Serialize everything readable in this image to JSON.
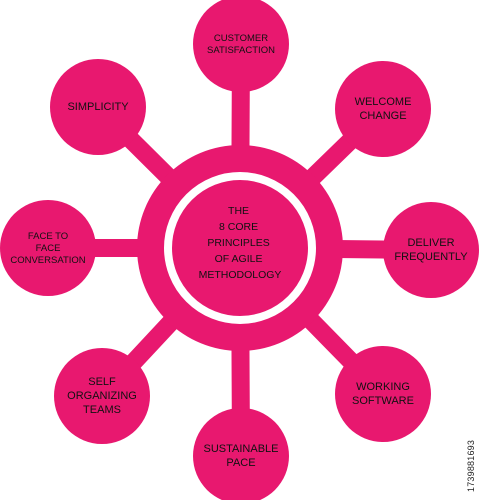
{
  "colors": {
    "primary": "#E8186F",
    "ring": "#FFFFFF",
    "text": "#111111"
  },
  "center": {
    "lines": [
      "THE",
      "8 CORE",
      "PRINCIPLES",
      "OF AGILE",
      "METHODOLOGY"
    ]
  },
  "nodes": [
    {
      "id": "customer-satisfaction",
      "lines": [
        "CUSTOMER",
        "SATISFACTION"
      ]
    },
    {
      "id": "welcome-change",
      "lines": [
        "WELCOME",
        "CHANGE"
      ]
    },
    {
      "id": "deliver-frequently",
      "lines": [
        "DELIVER",
        "FREQUENTLY"
      ]
    },
    {
      "id": "working-software",
      "lines": [
        "WORKING",
        "SOFTWARE"
      ]
    },
    {
      "id": "sustainable-pace",
      "lines": [
        "SUSTAINABLE",
        "PACE"
      ]
    },
    {
      "id": "self-organizing-teams",
      "lines": [
        "SELF",
        "ORGANIZING",
        "TEAMS"
      ]
    },
    {
      "id": "face-to-face-conversation",
      "lines": [
        "FACE TO",
        "FACE",
        "CONVERSATION"
      ]
    },
    {
      "id": "simplicity",
      "lines": [
        "SIMPLICITY"
      ]
    }
  ],
  "side_label": "1739881693"
}
